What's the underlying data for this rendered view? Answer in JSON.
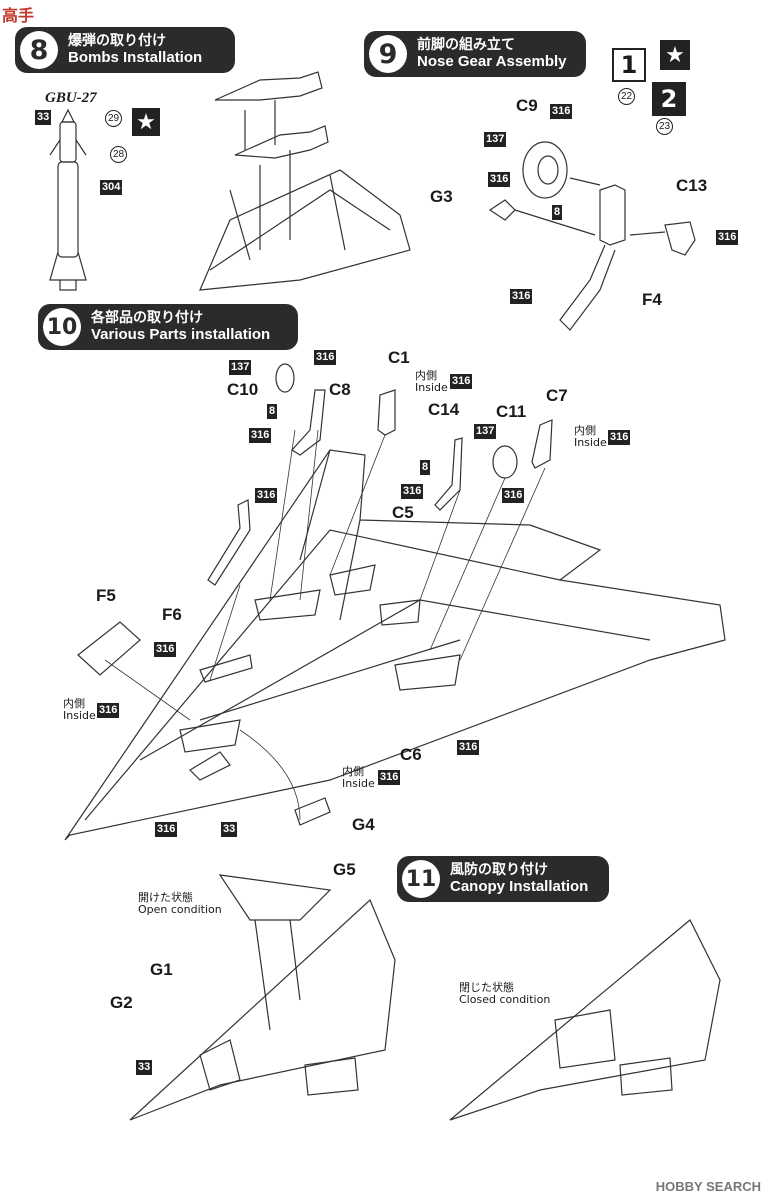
{
  "watermark_top": "高手",
  "watermark_bottom": "HOBBY SEARCH",
  "step8": {
    "num": "8",
    "jp": "爆弾の取り付け",
    "en": "Bombs Installation",
    "bomb_label": "GBU-27"
  },
  "step9": {
    "num": "9",
    "jp": "前脚の組み立て",
    "en": "Nose Gear Assembly"
  },
  "step10": {
    "num": "10",
    "jp": "各部品の取り付け",
    "en": "Various Parts installation"
  },
  "step11": {
    "num": "11",
    "jp": "風防の取り付け",
    "en": "Canopy Installation"
  },
  "decals": {
    "opt1": "1",
    "opt2": "2",
    "n22": "22",
    "n23": "23",
    "star": "★"
  },
  "notes": {
    "inside_jp": "内側",
    "inside_en": "Inside",
    "open_jp": "開けた状態",
    "open_en": "Open condition",
    "closed_jp": "閉じた状態",
    "closed_en": "Closed condition"
  },
  "paint": {
    "p33": "33",
    "p29": "29",
    "p28": "28",
    "p304": "304",
    "p316": "316",
    "p137": "137",
    "p8": "8"
  },
  "parts": {
    "C9": "C9",
    "G3": "G3",
    "C13": "C13",
    "F4": "F4",
    "C1": "C1",
    "C10": "C10",
    "C8": "C8",
    "C14": "C14",
    "C11": "C11",
    "C7": "C7",
    "C5": "C5",
    "F5": "F5",
    "F6": "F6",
    "C6": "C6",
    "G4": "G4",
    "G5": "G5",
    "G1": "G1",
    "G2": "G2"
  },
  "colors": {
    "header_bg": "#2b2b2b",
    "tag_bg": "#222222",
    "line": "#333333",
    "watermark": "#c0392b"
  }
}
